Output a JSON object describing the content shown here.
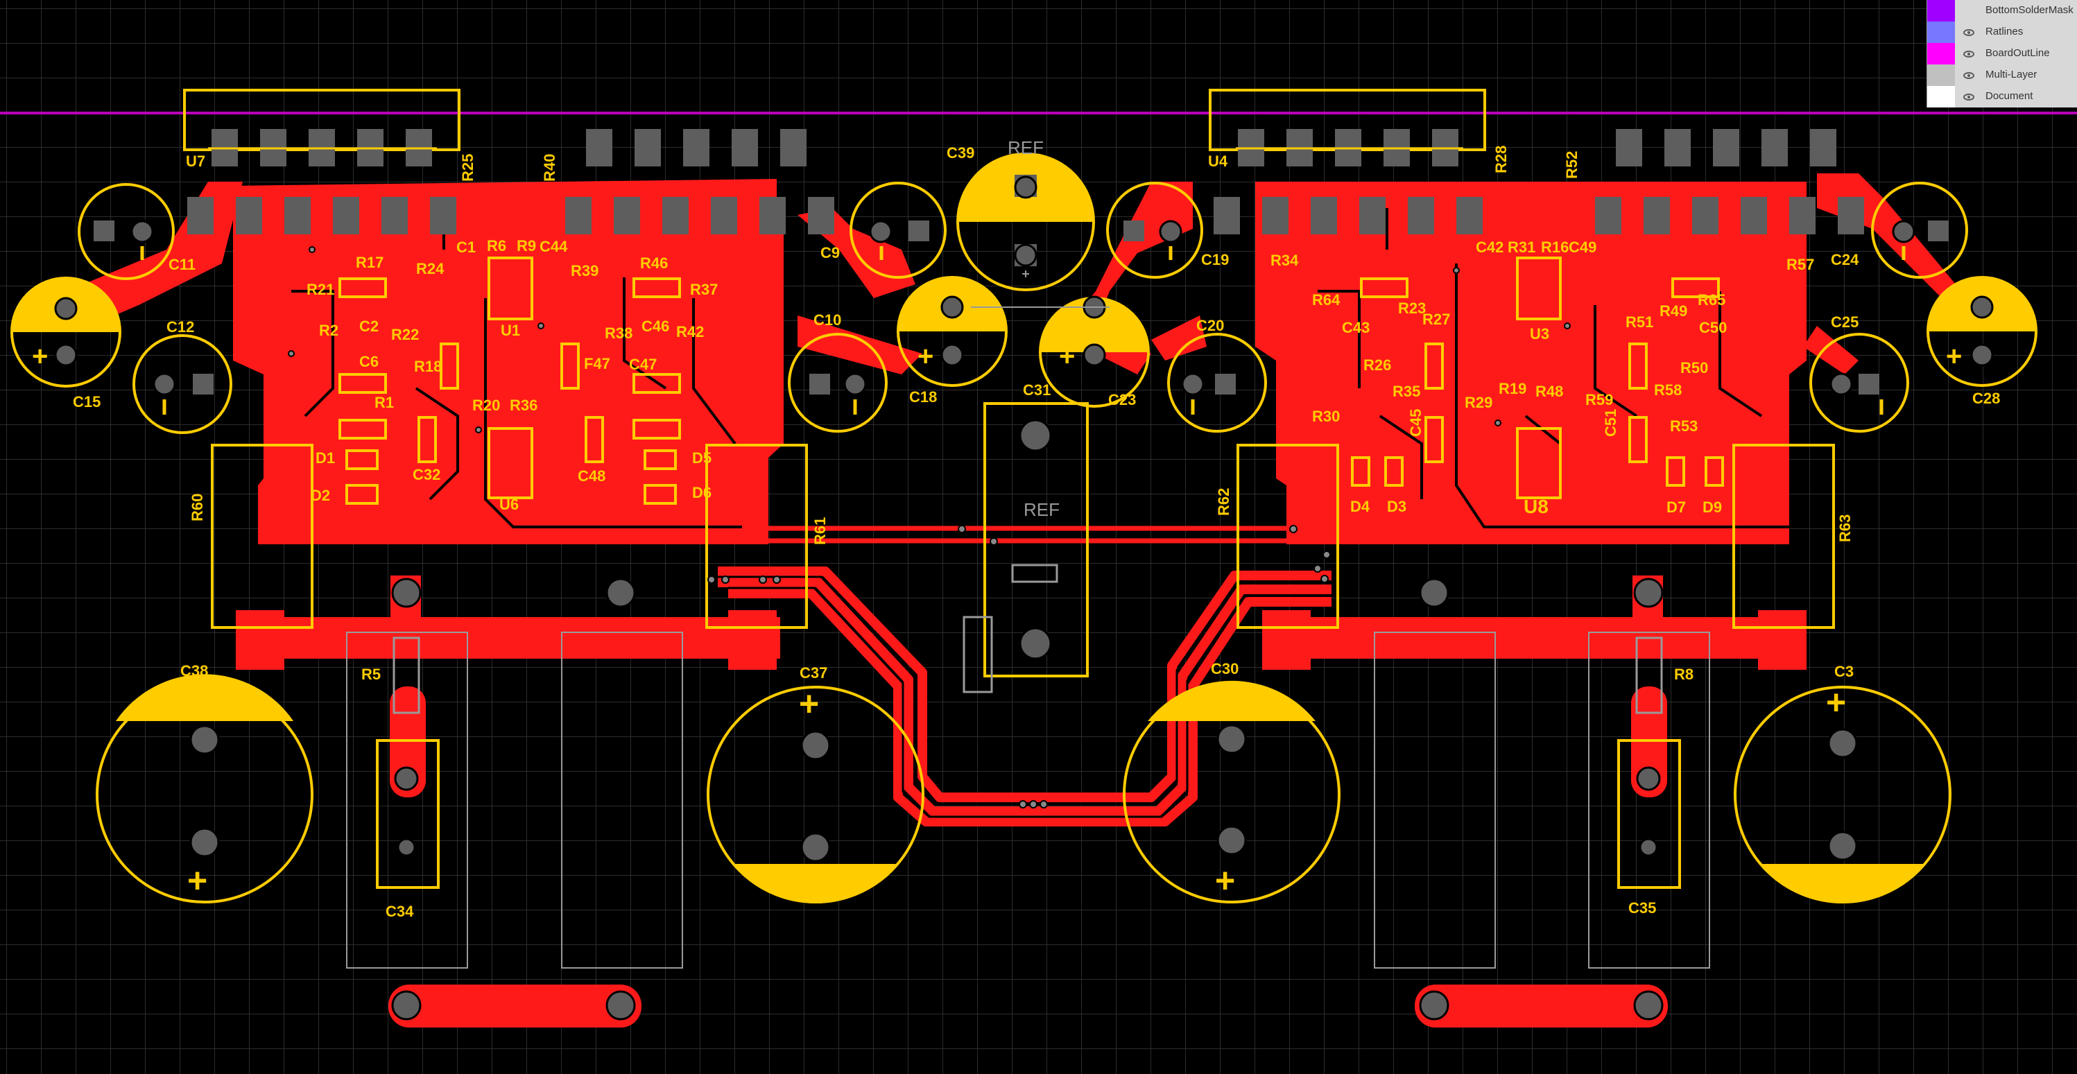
{
  "colors": {
    "background": "#000000",
    "grid": "#3a3a3a",
    "copper": "#ff1a1a",
    "silkscreen": "#ffcc00",
    "pad": "#5e5e5e",
    "board_outline": "#b800b8",
    "drill": "#888888"
  },
  "layers_panel": {
    "items": [
      {
        "name": "BottomSolderMask",
        "color": "#a000ff",
        "eye": false
      },
      {
        "name": "Ratlines",
        "color": "#7777ff",
        "eye": true
      },
      {
        "name": "BoardOutLine",
        "color": "#ff00ff",
        "eye": true
      },
      {
        "name": "Multi-Layer",
        "color": "#c0c0c0",
        "eye": true
      },
      {
        "name": "Document",
        "color": "#ffffff",
        "eye": true
      }
    ]
  },
  "designators": {
    "U7": "U7",
    "U4": "U4",
    "U1": "U1",
    "U6": "U6",
    "U3": "U3",
    "U8": "U8",
    "C1": "C1",
    "C2": "C2",
    "C3": "C3",
    "C6": "C6",
    "C9": "C9",
    "C10": "C10",
    "C11": "C11",
    "C12": "C12",
    "C15": "C15",
    "C18": "C18",
    "C19": "C19",
    "C20": "C20",
    "C23": "C23",
    "C24": "C24",
    "C25": "C25",
    "C28": "C28",
    "C30": "C30",
    "C31": "C31",
    "C32": "C32",
    "C34": "C34",
    "C35": "C35",
    "C37": "C37",
    "C38": "C38",
    "C39": "C39",
    "C42": "C42",
    "C43": "C43",
    "C44": "C44",
    "C45": "C45",
    "C46": "C46",
    "C47": "C47",
    "C48": "C48",
    "C49": "C49",
    "C50": "C50",
    "C51": "C51",
    "R1": "R1",
    "R2": "R2",
    "R5": "R5",
    "R6": "R6",
    "R8": "R8",
    "R9": "R9",
    "R16": "R16",
    "R17": "R17",
    "R18": "R18",
    "R19": "R19",
    "R20": "R20",
    "R21": "R21",
    "R22": "R22",
    "R23": "R23",
    "R24": "R24",
    "R25": "R25",
    "R26": "R26",
    "R27": "R27",
    "R28": "R28",
    "R29": "R29",
    "R30": "R30",
    "R31": "R31",
    "R34": "R34",
    "R35": "R35",
    "R36": "R36",
    "R37": "R37",
    "R38": "R38",
    "R39": "R39",
    "R40": "R40",
    "R42": "R42",
    "R46": "R46",
    "R48": "R48",
    "R49": "R49",
    "R50": "R50",
    "R51": "R51",
    "R52": "R52",
    "R53": "R53",
    "R57": "R57",
    "R58": "R58",
    "R59": "R59",
    "R60": "R60",
    "R61": "R61",
    "R62": "R62",
    "R63": "R63",
    "R64": "R64",
    "R65": "R65",
    "D1": "D1",
    "D2": "D2",
    "D3": "D3",
    "D4": "D4",
    "D5": "D5",
    "D6": "D6",
    "D7": "D7",
    "D9": "D9",
    "REF": "REF",
    "REF_C31": "REF",
    "R47_partial": "F47"
  },
  "polarity": {
    "plus": "+",
    "minus": "−"
  }
}
